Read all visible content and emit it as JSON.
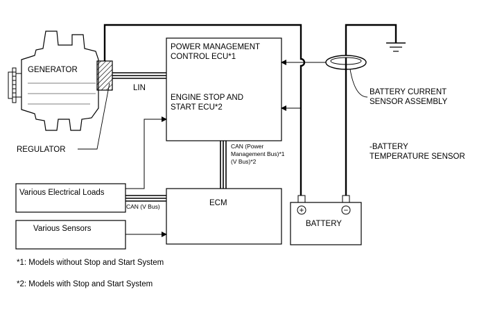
{
  "labels": {
    "generator": "GENERATOR",
    "regulator": "REGULATOR",
    "lin": "LIN",
    "pm_ecu_line1": "POWER MANAGEMENT",
    "pm_ecu_line2": "CONTROL ECU*1",
    "es_ecu_line1": "ENGINE STOP AND",
    "es_ecu_line2": "START ECU*2",
    "can_pm_line1": "CAN (Power",
    "can_pm_line2": "Management Bus)*1",
    "can_pm_line3": "(V Bus)*2",
    "can_v": "CAN (V Bus)",
    "ecm": "ECM",
    "various_loads": "Various Electrical Loads",
    "various_sensors": "Various Sensors",
    "battery": "BATTERY",
    "battery_plus": "+",
    "battery_minus": "−",
    "current_sensor_line1": "BATTERY CURRENT",
    "current_sensor_line2": "SENSOR ASSEMBLY",
    "temp_sensor_line1": "-BATTERY",
    "temp_sensor_line2": "TEMPERATURE SENSOR"
  },
  "footnotes": {
    "note1": "*1: Models without Stop and Start System",
    "note2": "*2: Models with Stop and Start System"
  }
}
